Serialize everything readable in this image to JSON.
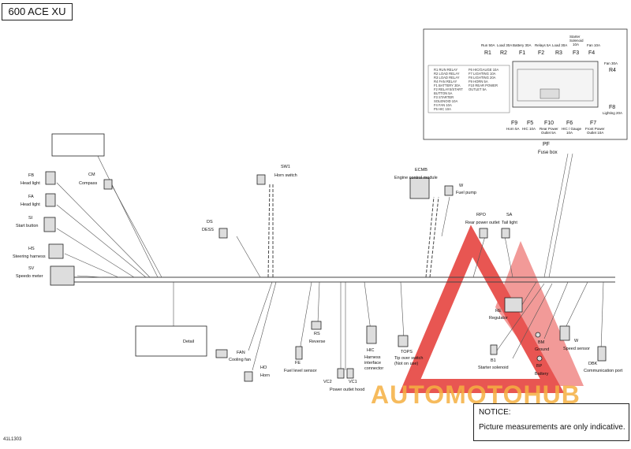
{
  "title": "600 ACE XU",
  "document_id": "41L1303",
  "notice": {
    "heading": "NOTICE:",
    "text": "Picture measurements are only indicative."
  },
  "watermark": {
    "text": "AUTOMOTOHUB",
    "colors": {
      "triangle": "#e53935",
      "auto": "#f5b041",
      "moto": "#f5b041",
      "hub": "#e67e22"
    }
  },
  "components": {
    "compass": {
      "code": "CM",
      "label": "Compass"
    },
    "head_light_1": {
      "code": "FB",
      "label": "Head light"
    },
    "head_light_2": {
      "code": "FA",
      "label": "Head light"
    },
    "start_button": {
      "code": "SI",
      "label": "Start button"
    },
    "steering_harness": {
      "code": "HS",
      "label": "Steering harness"
    },
    "speedo_meter": {
      "code": "SV",
      "label": "Speedo meter"
    },
    "dess": {
      "code": "DS",
      "label": "DESS"
    },
    "horn_switch": {
      "code": "SW1",
      "label": "Horn switch"
    },
    "ecm": {
      "code": "ECMB",
      "label": "Engine control module"
    },
    "fuel_pump": {
      "code": "W",
      "label": "Fuel pump"
    },
    "rear_power_outlet": {
      "code": "RPO",
      "label": "Rear power outlet"
    },
    "tail_light": {
      "code": "SA",
      "label": "Tail light"
    },
    "detail": {
      "label": "Detail"
    },
    "cooling_fan": {
      "code": "FAN",
      "label": "Cooling fan"
    },
    "horn": {
      "code": "HO",
      "label": "Horn"
    },
    "fuel_level_sensor": {
      "code": "FE",
      "label": "Fuel level sensor"
    },
    "reverse": {
      "code": "RS",
      "label": "Reverse"
    },
    "power_outlet_hood": {
      "codes": [
        "VC2",
        "VC1"
      ],
      "label": "Power outlet hood"
    },
    "harness_interface": {
      "code": "HIC",
      "label_lines": [
        "Harness",
        "interface",
        "connector"
      ]
    },
    "tip_over_switch": {
      "code": "TOPS",
      "label_lines": [
        "Tip over switch",
        "(Not on use)"
      ]
    },
    "regulator": {
      "code": "RE",
      "label": "Regulator"
    },
    "ground": {
      "code": "BM",
      "label": "Ground"
    },
    "starter_solenoid": {
      "code": "B1",
      "label": "Starter solenoid"
    },
    "battery": {
      "code": "BP",
      "label": "Battery"
    },
    "speed_sensor": {
      "code": "W",
      "label": "Speed sensor"
    },
    "communication_port": {
      "code": "DBK",
      "label": "Communication port"
    }
  },
  "fuse_box": {
    "code": "PF",
    "label": "Fuse box",
    "top": [
      {
        "code": "R1",
        "label": "Run 50A"
      },
      {
        "code": "R2",
        "label": "Load 30A"
      },
      {
        "code": "F1",
        "label": "Battery 30A"
      },
      {
        "code": "F2",
        "label": "Relays 5A"
      },
      {
        "code": "R3",
        "label": "Load 30A"
      },
      {
        "code": "F3",
        "label_lines": [
          "Starter",
          "Solenoid",
          "10A"
        ]
      },
      {
        "code": "F4",
        "label": "Fan 10A"
      }
    ],
    "right": [
      {
        "code": "R4",
        "label": "Fan 30A"
      },
      {
        "code": "F8",
        "label": "Lighting 20A"
      }
    ],
    "bottom": [
      {
        "code": "F9",
        "label": "Horn 5A"
      },
      {
        "code": "F5",
        "label": "HIC 10A"
      },
      {
        "code": "F10",
        "label_lines": [
          "Rear Power",
          "Outlet 5A"
        ]
      },
      {
        "code": "F6",
        "label_lines": [
          "HIC / Gauge",
          "10A"
        ]
      },
      {
        "code": "F7",
        "label_lines": [
          "Front Power",
          "Outlet 10A"
        ]
      }
    ],
    "legend_left": [
      "R1 RUN RELAY",
      "R2 LOAD RELAY",
      "R3 LOAD RELAY",
      "R4 FAN RELAY",
      "F1 BATTERY 30A",
      "F2 RELAYS/START",
      "   BUTTON 5A",
      "F3 STARTER",
      "   SOLENOID 10A",
      "F4 FAN 10A",
      "F5 HIC 10A"
    ],
    "legend_right": [
      "F6 HIC/GAUGE 10A",
      "F7 LIGHTING 10A",
      "F8 LIGHTING 20A",
      "F9 HORN 5A",
      "F10 REAR POWER",
      "   OUTLET 5A"
    ]
  }
}
